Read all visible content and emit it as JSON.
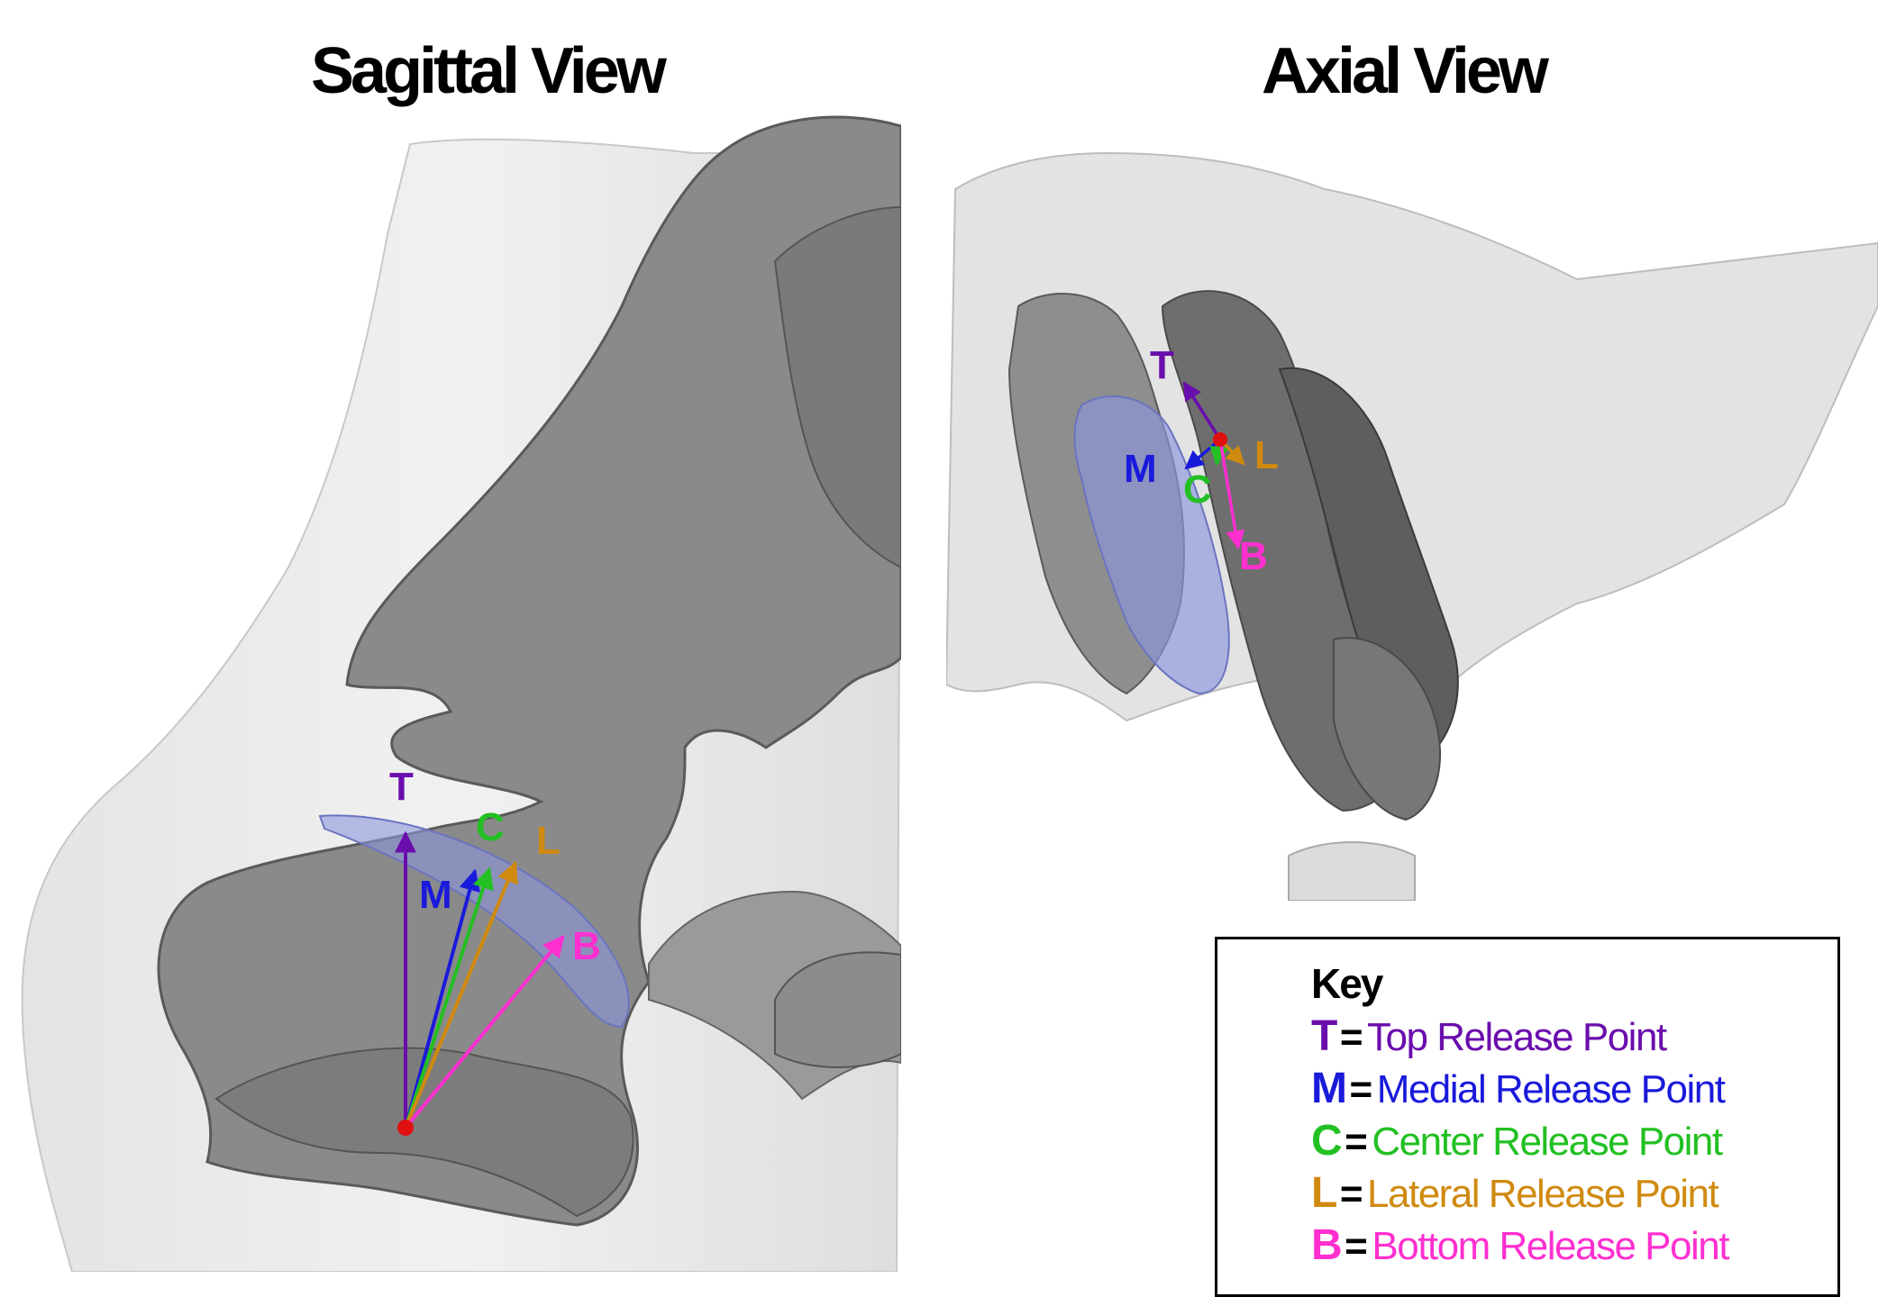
{
  "titles": {
    "sagittal": "Sagittal View",
    "axial": "Axial View"
  },
  "colors": {
    "top": "#6a0dad",
    "medial": "#1a1adb",
    "center": "#22c022",
    "lateral": "#d08a10",
    "bottom": "#ff2fd0",
    "origin": "#e01010",
    "release_plane": "#8c96dc"
  },
  "sagittal": {
    "labels": {
      "top": "T",
      "medial": "M",
      "center": "C",
      "lateral": "L",
      "bottom": "B"
    }
  },
  "axial": {
    "labels": {
      "top": "T",
      "medial": "M",
      "center": "C",
      "lateral": "L",
      "bottom": "B"
    }
  },
  "key": {
    "title": "Key",
    "equals": "=",
    "entries": [
      {
        "letter": "T",
        "text": "Top Release Point",
        "color": "#6a0dad"
      },
      {
        "letter": "M",
        "text": "Medial Release Point",
        "color": "#1a1adb"
      },
      {
        "letter": "C",
        "text": "Center Release Point",
        "color": "#22c022"
      },
      {
        "letter": "L",
        "text": "Lateral Release Point",
        "color": "#d08a10"
      },
      {
        "letter": "B",
        "text": "Bottom Release Point",
        "color": "#ff2fd0"
      }
    ]
  }
}
